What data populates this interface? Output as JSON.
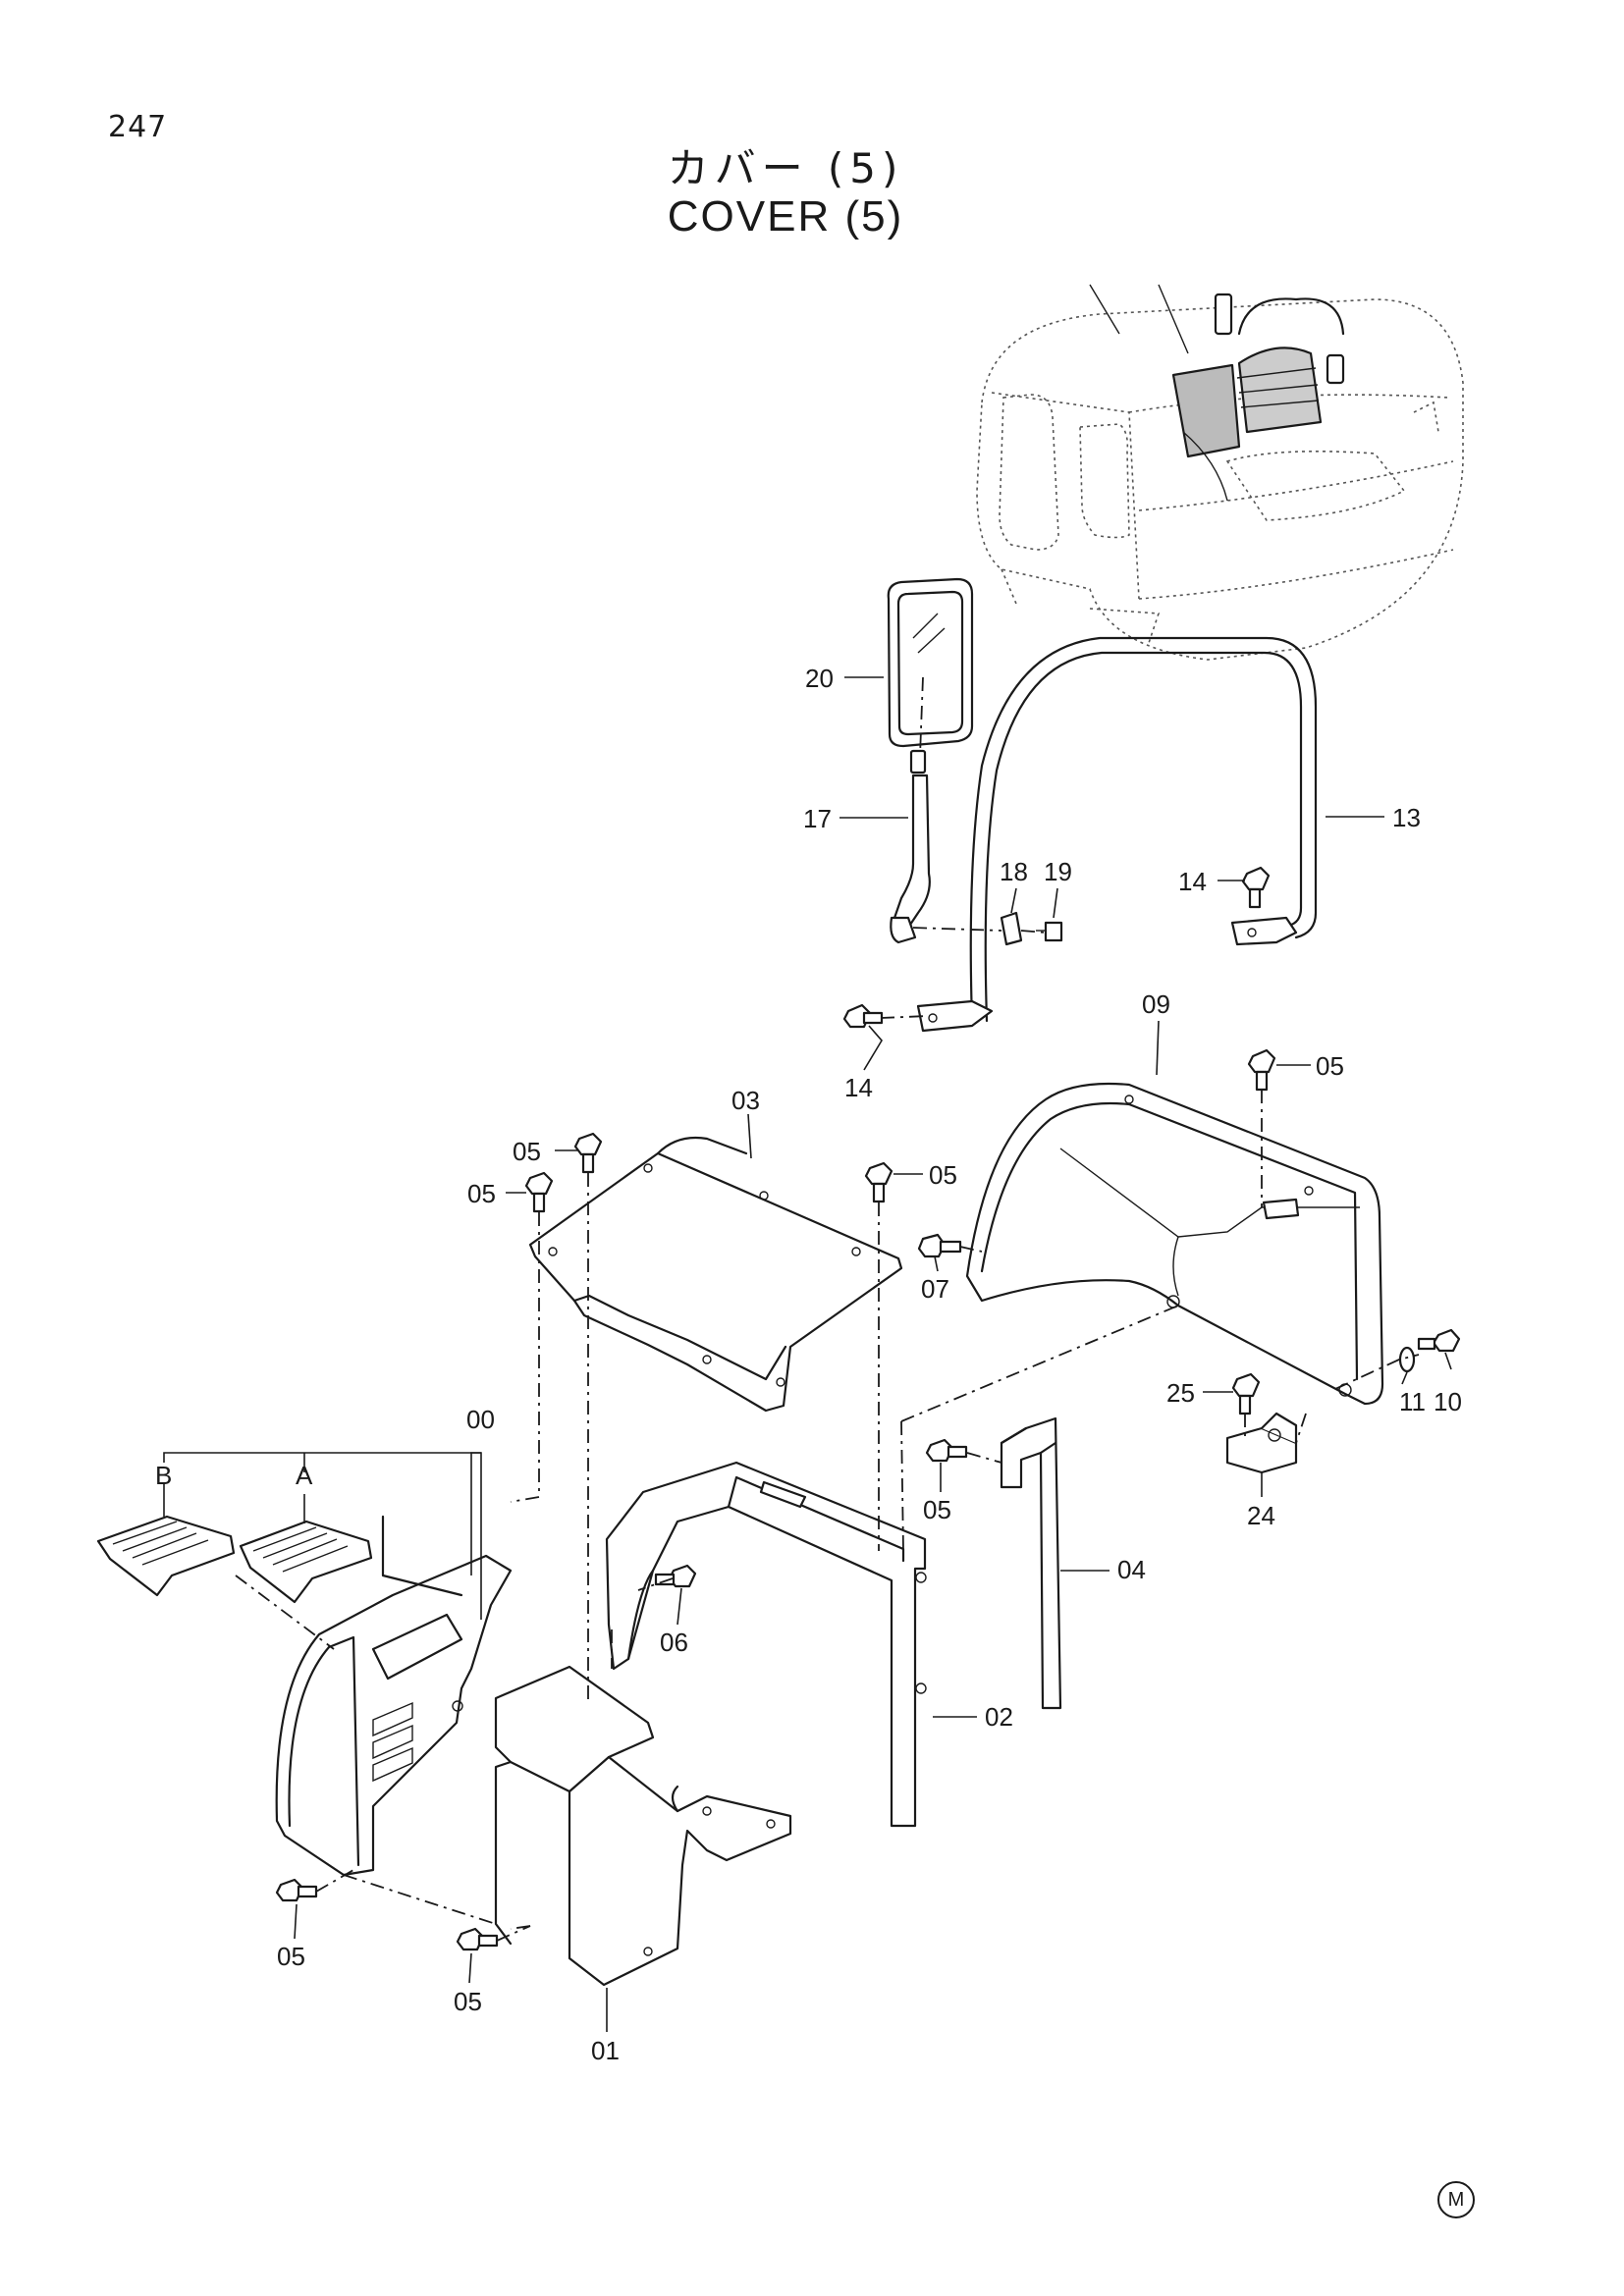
{
  "page_number": "247",
  "title_jp": "カバー (5)",
  "title_en": "COVER (5)",
  "maker_mark": "M",
  "callouts": {
    "p00": "00",
    "pA": "A",
    "pB": "B",
    "p01": "01",
    "p02": "02",
    "p03": "03",
    "p04": "04",
    "p05a": "05",
    "p05b": "05",
    "p05c": "05",
    "p05d": "05",
    "p05e": "05",
    "p05f": "05",
    "p05g": "05",
    "p06": "06",
    "p07": "07",
    "p09": "09",
    "p10": "10",
    "p11": "11",
    "p13": "13",
    "p14a": "14",
    "p14b": "14",
    "p17": "17",
    "p18": "18",
    "p19": "19",
    "p20": "20",
    "p24": "24",
    "p25": "25"
  }
}
